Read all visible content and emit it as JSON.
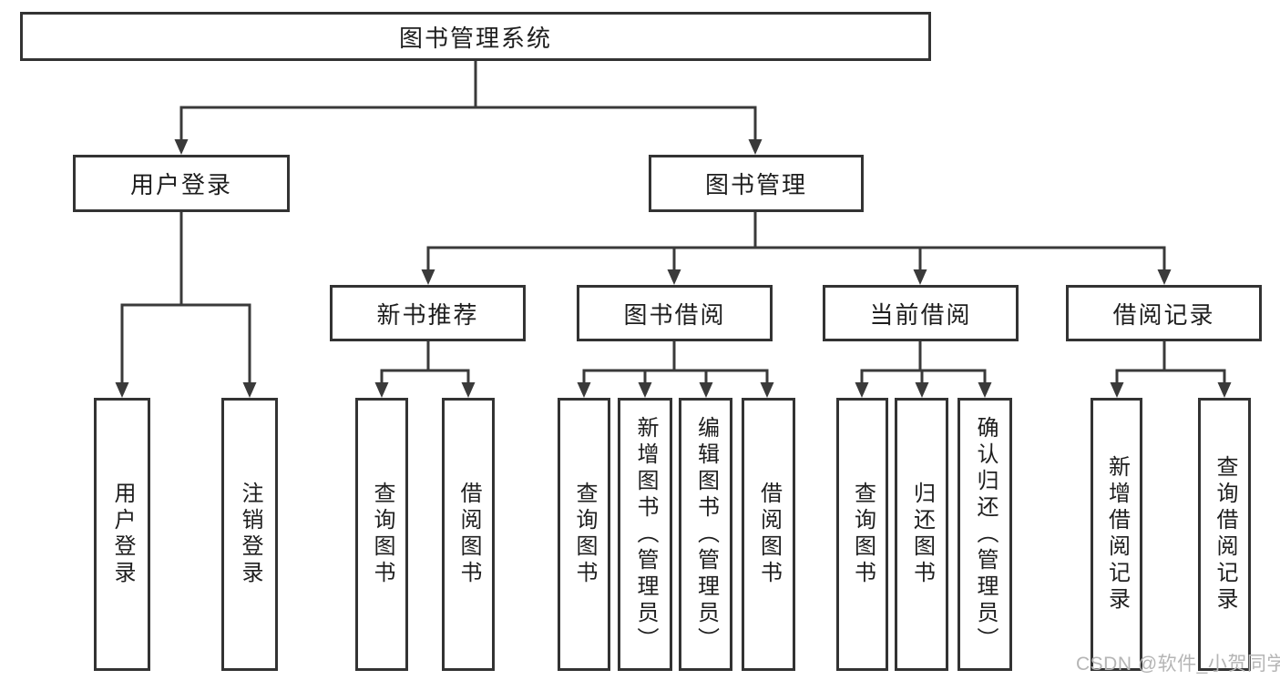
{
  "diagram": {
    "root": {
      "label": "图书管理系统",
      "children": [
        {
          "label": "用户登录",
          "children": [
            {
              "label": "用户登录"
            },
            {
              "label": "注销登录"
            }
          ]
        },
        {
          "label": "图书管理",
          "children": [
            {
              "label": "新书推荐",
              "children": [
                {
                  "label": "查询图书"
                },
                {
                  "label": "借阅图书"
                }
              ]
            },
            {
              "label": "图书借阅",
              "children": [
                {
                  "label": "查询图书"
                },
                {
                  "label": "新增图书（管理员）"
                },
                {
                  "label": "编辑图书（管理员）"
                },
                {
                  "label": "借阅图书"
                }
              ]
            },
            {
              "label": "当前借阅",
              "children": [
                {
                  "label": "查询图书"
                },
                {
                  "label": "归还图书"
                },
                {
                  "label": "确认归还（管理员）"
                }
              ]
            },
            {
              "label": "借阅记录",
              "children": [
                {
                  "label": "新增借阅记录"
                },
                {
                  "label": "查询借阅记录"
                }
              ]
            }
          ]
        }
      ]
    }
  },
  "watermark": {
    "text": "CSDN @软件_小贺同学"
  },
  "colors": {
    "line": "#3a3a3a",
    "node-border": "#333333",
    "node-text": "#1e1e1e",
    "watermark": "#b5b5b5",
    "background": "#ffffff"
  }
}
